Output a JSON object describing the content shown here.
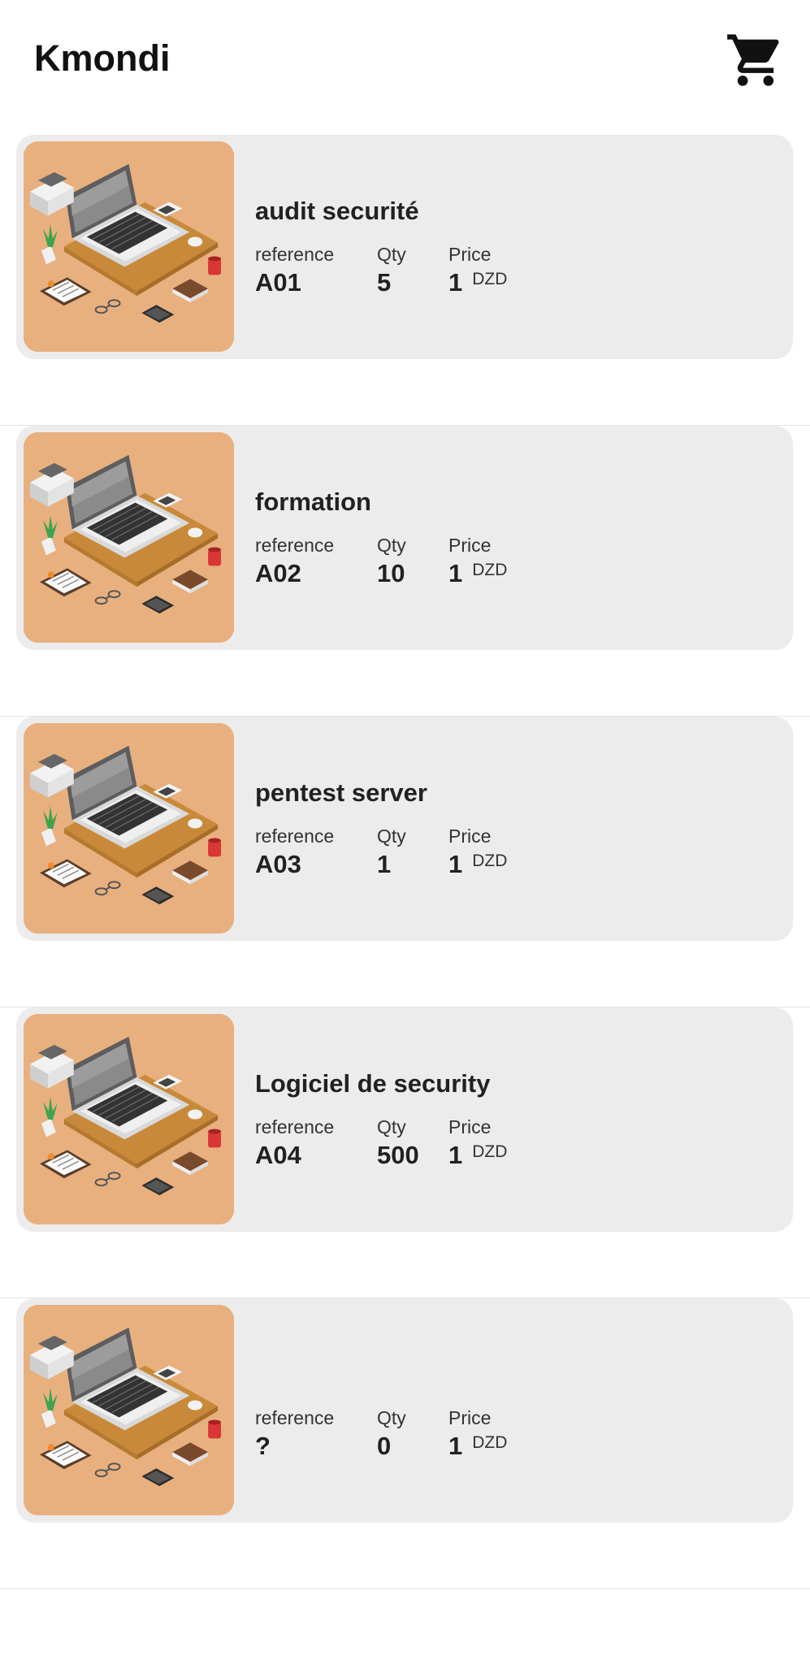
{
  "app": {
    "title": "Kmondi",
    "cart_icon": "shopping-cart-icon"
  },
  "labels": {
    "reference": "reference",
    "qty": "Qty",
    "price": "Price"
  },
  "products": [
    {
      "name": "audit securité",
      "reference": "A01",
      "qty": "5",
      "price": "1",
      "currency": "DZD",
      "image": "workspace-laptop-illustration"
    },
    {
      "name": "formation",
      "reference": "A02",
      "qty": "10",
      "price": "1",
      "currency": "DZD",
      "image": "workspace-laptop-illustration"
    },
    {
      "name": "pentest server",
      "reference": "A03",
      "qty": "1",
      "price": "1",
      "currency": "DZD",
      "image": "workspace-laptop-illustration"
    },
    {
      "name": "Logiciel de security",
      "reference": "A04",
      "qty": "500",
      "price": "1",
      "currency": "DZD",
      "image": "workspace-laptop-illustration"
    },
    {
      "name": "",
      "reference": "?",
      "qty": "0",
      "price": "1",
      "currency": "DZD",
      "image": "workspace-laptop-illustration"
    }
  ],
  "colors": {
    "card_bg": "#ececec",
    "thumb_bg": "#e8b07f",
    "text": "#212121"
  }
}
